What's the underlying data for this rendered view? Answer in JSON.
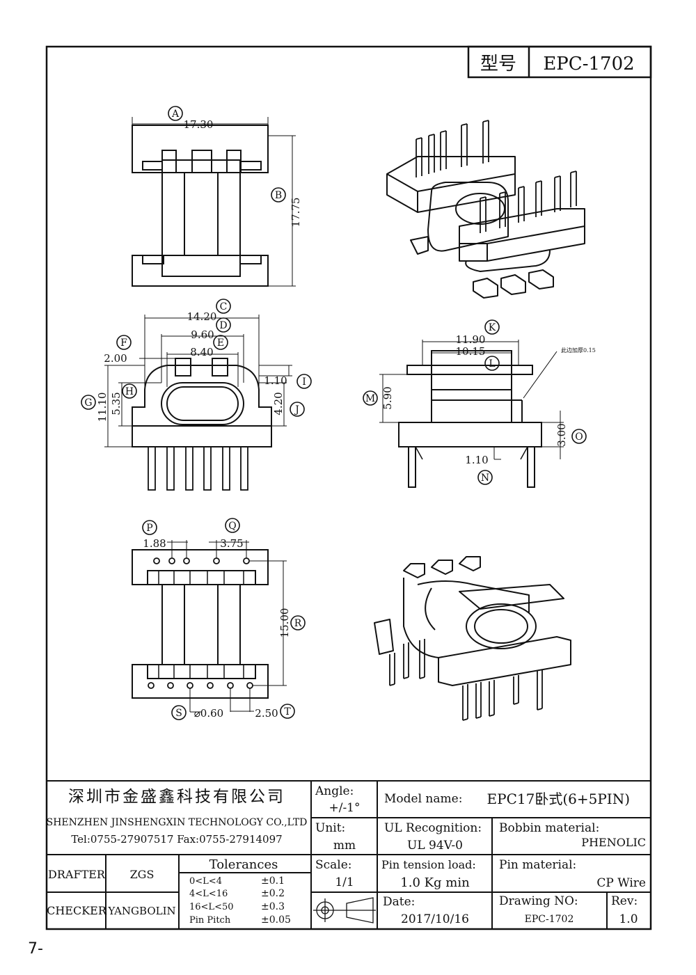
{
  "header": {
    "model_label": "型号",
    "model_value": "EPC-1702"
  },
  "dimensions": {
    "A": "17.30",
    "B": "17.75",
    "C": "14.20",
    "D": "9.60",
    "E": "8.40",
    "F": "2.00",
    "G": "11.10",
    "H": "5.35",
    "I": "1.10",
    "J": "4.20",
    "K": "11.90",
    "L": "10.15",
    "M": "5.90",
    "N": "1.10",
    "O": "3.00",
    "P": "1.88",
    "Q": "3.75",
    "R": "15.00",
    "S": "⌀0.60",
    "T": "2.50",
    "side_note": "此边加厚0.15"
  },
  "markers": [
    "A",
    "B",
    "C",
    "D",
    "E",
    "F",
    "G",
    "H",
    "I",
    "J",
    "K",
    "L",
    "M",
    "N",
    "O",
    "P",
    "Q",
    "R",
    "S",
    "T"
  ],
  "title_block": {
    "company_cn": "深圳市金盛鑫科技有限公司",
    "company_en": "SHENZHEN JINSHENGXIN TECHNOLOGY CO.,LTD",
    "contact": "Tel:0755-27907517   Fax:0755-27914097",
    "angle_label": "Angle:",
    "angle_value": "+/-1°",
    "unit_label": "Unit:",
    "unit_value": "mm",
    "scale_label": "Scale:",
    "scale_value": "1/1",
    "model_name_label": "Model name:",
    "model_name_value": "EPC17卧式(6+5PIN)",
    "ul_label": "UL Recognition:",
    "ul_value": "UL 94V-0",
    "bobbin_label": "Bobbin material:",
    "bobbin_value": "PHENOLIC",
    "pin_tension_label": "Pin tension load:",
    "pin_tension_value": "1.0 Kg min",
    "pin_material_label": "Pin material:",
    "pin_material_value": "CP Wire",
    "date_label": "Date:",
    "date_value": "2017/10/16",
    "drawing_no_label": "Drawing NO:",
    "drawing_no_value": "EPC-1702",
    "rev_label": "Rev:",
    "rev_value": "1.0",
    "drafter_label": "DRAFTER",
    "drafter_value": "ZGS",
    "checker_label": "CHECKER",
    "checker_value": "YANGBOLIN",
    "tolerances_title": "Tolerances",
    "tolerances": [
      {
        "range": "0<L<4",
        "value": "±0.1"
      },
      {
        "range": "4<L<16",
        "value": "±0.2"
      },
      {
        "range": "16<L<50",
        "value": "±0.3"
      },
      {
        "range": "Pin Pitch",
        "value": "±0.05"
      }
    ]
  },
  "page_number": "7-"
}
